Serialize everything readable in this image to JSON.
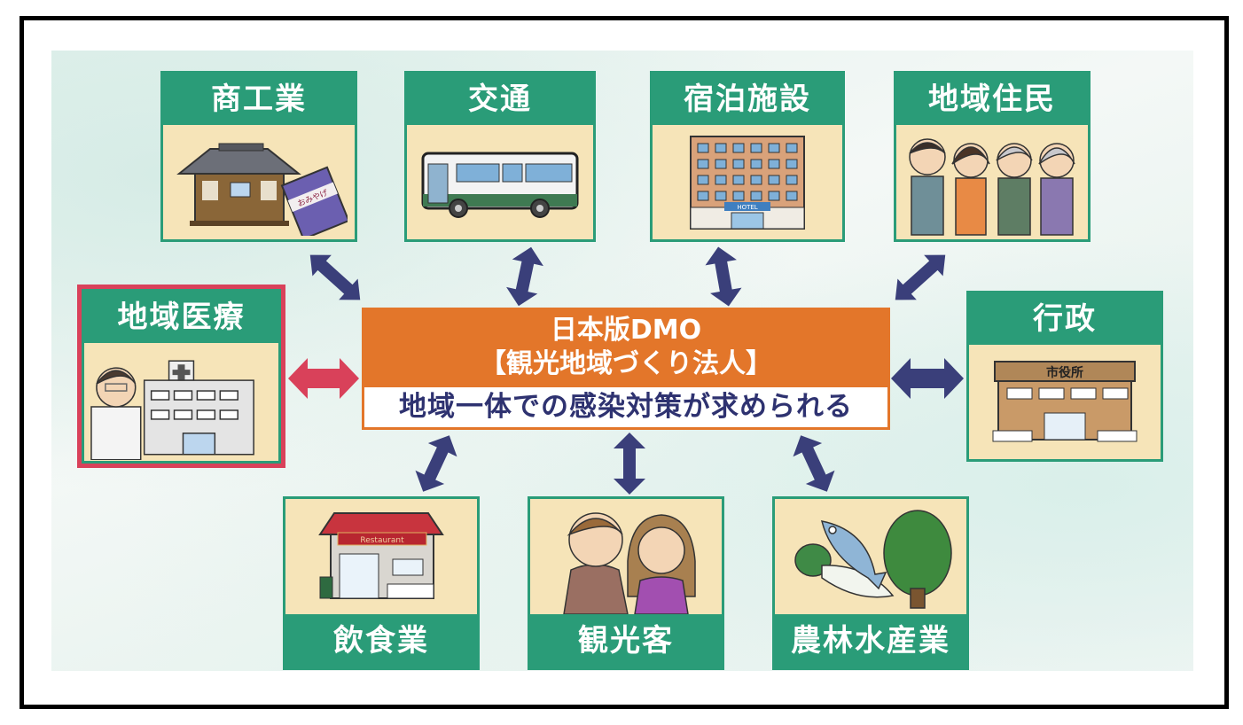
{
  "center": {
    "title_line1": "日本版DMO",
    "title_line2": "【観光地域づくり法人】",
    "subtitle": "地域一体での感染対策が求められる"
  },
  "nodes": {
    "commerce": {
      "label": "商工業",
      "icon": "temple-and-souvenir-box",
      "souvenir_text": "おみやげ"
    },
    "transport": {
      "label": "交通",
      "icon": "bus"
    },
    "lodging": {
      "label": "宿泊施設",
      "icon": "hotel-building",
      "sign_text": "HOTEL"
    },
    "residents": {
      "label": "地域住民",
      "icon": "four-residents"
    },
    "medical": {
      "label": "地域医療",
      "icon": "doctor-and-hospital"
    },
    "government": {
      "label": "行政",
      "icon": "city-hall",
      "sign_text": "市役所"
    },
    "food": {
      "label": "飲食業",
      "icon": "restaurant",
      "sign_text": "Restaurant"
    },
    "tourists": {
      "label": "観光客",
      "icon": "tourist-couple"
    },
    "primary": {
      "label": "農林水産業",
      "icon": "fish-radish-tree"
    }
  },
  "colors": {
    "green": "#2a9c78",
    "tan": "#f6e4b8",
    "orange": "#e3762a",
    "navy_arrow": "#3a3f7a",
    "red_highlight": "#d9415a"
  }
}
